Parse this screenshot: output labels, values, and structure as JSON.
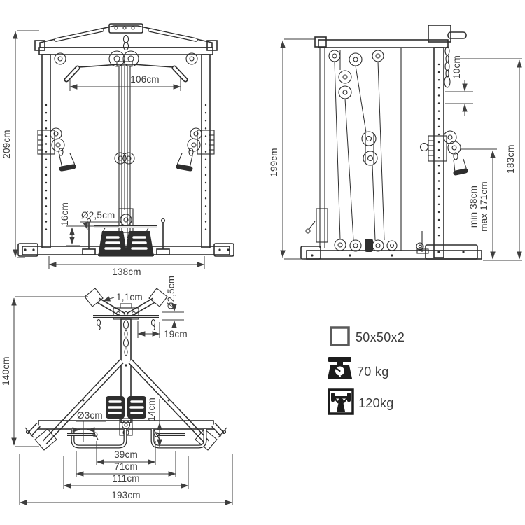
{
  "page": {
    "background": "#ffffff",
    "description": "technical dimension drawing of cable crossover gym machine"
  },
  "colors": {
    "line": "#2e2e2e",
    "dimension": "#3e3e3e",
    "text": "#3c3c3c",
    "icon": "#1c1c1c"
  },
  "views": {
    "front": {
      "name": "front-view",
      "dims": {
        "total_height": "209cm",
        "lat_bar_width": "106cm",
        "peg_diameter": "Ø2,5cm",
        "peg_height": "16cm",
        "base_width": "138cm"
      }
    },
    "side": {
      "name": "side-view",
      "dims": {
        "total_height": "199cm",
        "upper_pulley_height": "183cm",
        "hole_spacing": "10cm",
        "carriage_min": "min 38cm",
        "carriage_max": "max 171cm"
      }
    },
    "top": {
      "name": "top-view",
      "dims": {
        "total_depth_frame": "140cm",
        "arm_plate_thickness": "1,1cm",
        "hook_bar_diameter": "Ø2,5cm",
        "hook_bar_offset": "19cm",
        "tube_diameter": "Ø3cm",
        "foot_tube_offset": "14cm",
        "width_inner": "39cm",
        "width_mid": "71cm",
        "width_outer": "111cm",
        "total_depth": "193cm"
      }
    }
  },
  "legend": {
    "items": [
      {
        "icon": "tube-profile-icon",
        "label": "50x50x2"
      },
      {
        "icon": "weight-scale-icon",
        "label": "70 kg"
      },
      {
        "icon": "max-load-icon",
        "label": "120kg"
      }
    ]
  }
}
